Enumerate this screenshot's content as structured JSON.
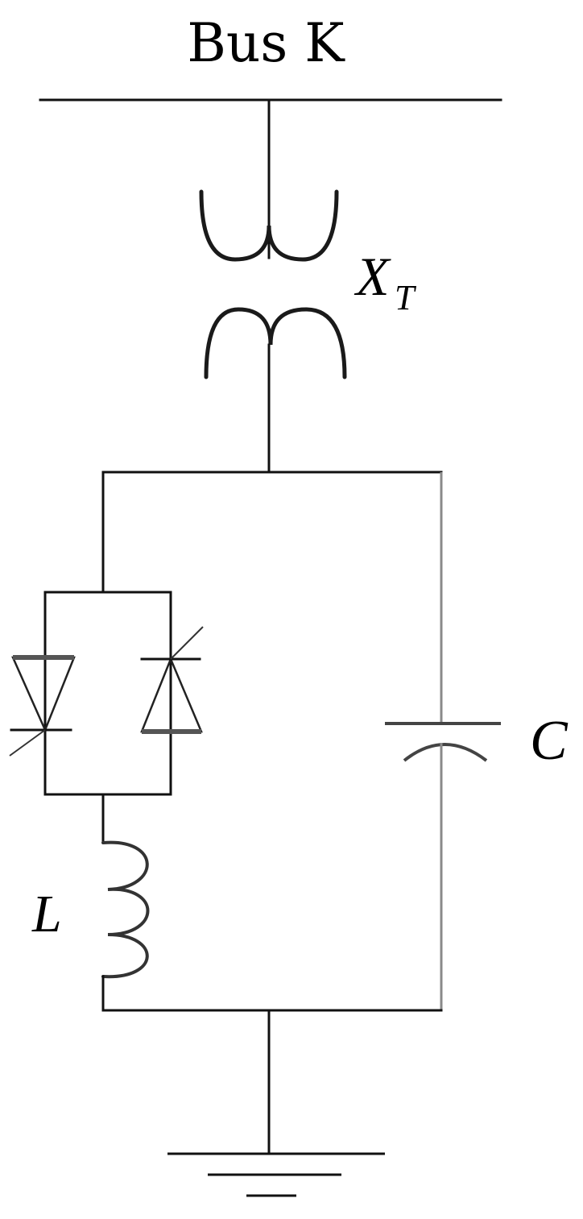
{
  "labels": {
    "bus": "Bus K",
    "transformer_main": "X",
    "transformer_sub": "T",
    "capacitor": "C",
    "inductor": "L"
  }
}
